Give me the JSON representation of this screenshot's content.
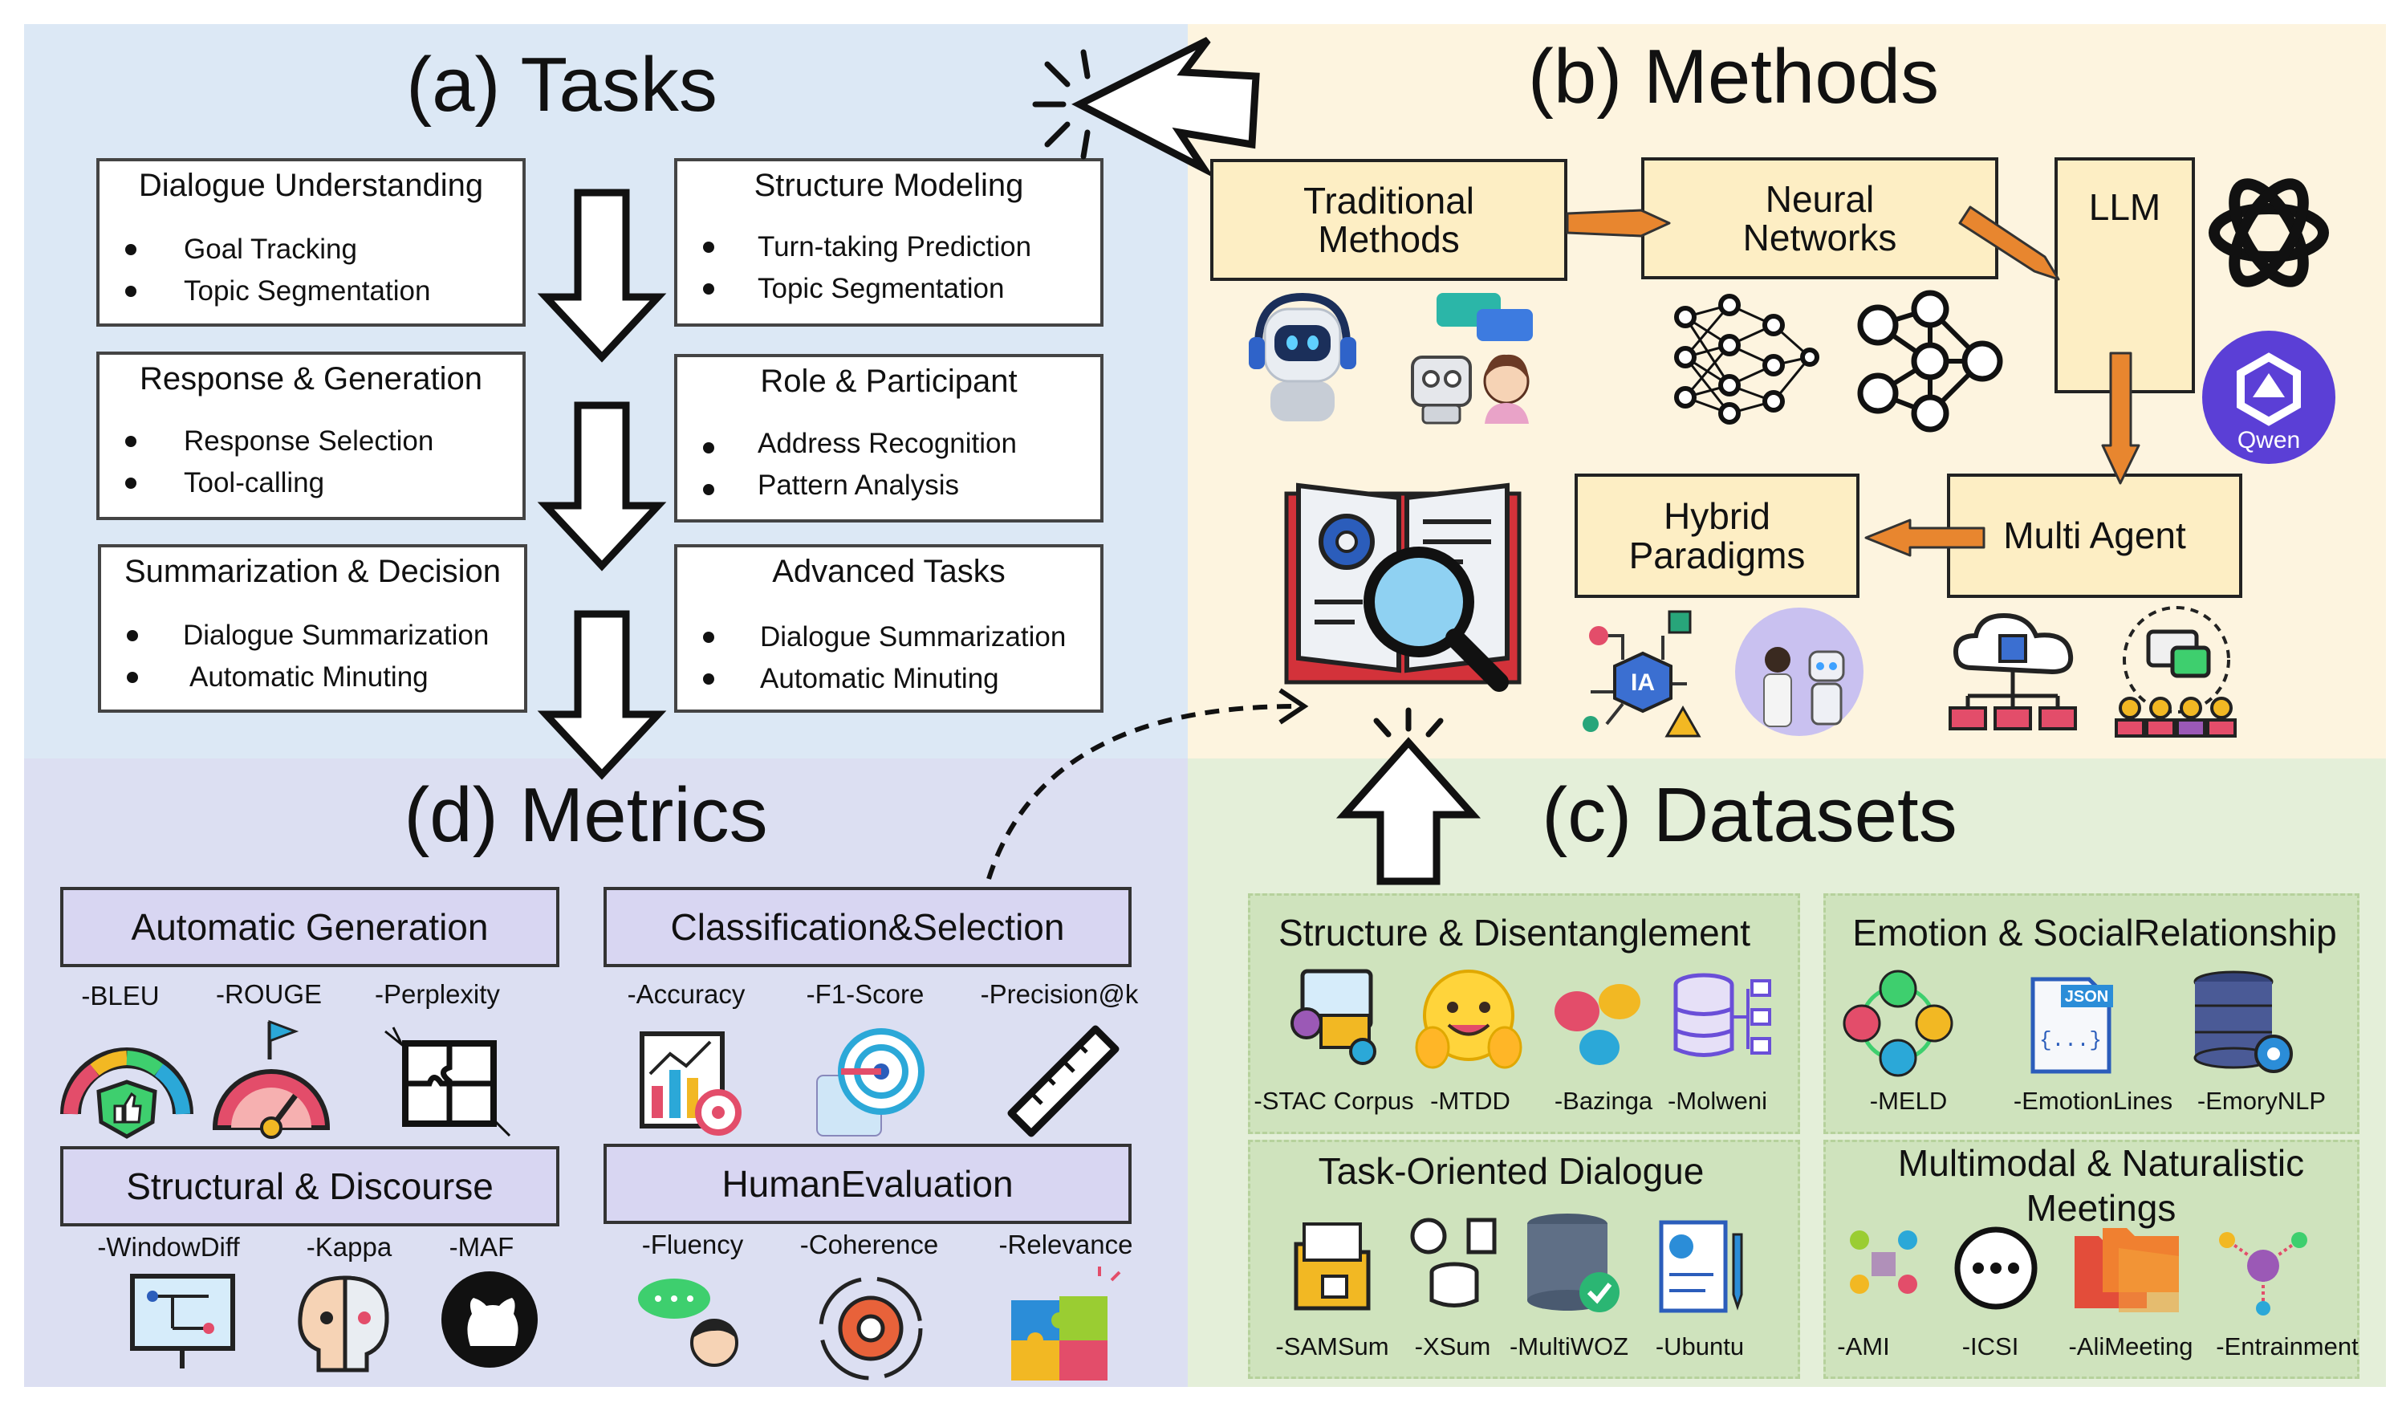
{
  "quadrants": {
    "tasks": "(a) Tasks",
    "methods": "(b) Methods",
    "datasets": "(c) Datasets",
    "metrics": "(d) Metrics"
  },
  "tasks": [
    {
      "title": "Dialogue Understanding",
      "items": [
        "Goal Tracking",
        "Topic Segmentation"
      ]
    },
    {
      "title": "Structure Modeling",
      "items": [
        "Turn-taking Prediction",
        "Topic Segmentation"
      ]
    },
    {
      "title": "Response & Generation",
      "items": [
        "Response Selection",
        "Tool-calling"
      ]
    },
    {
      "title": "Role & Participant",
      "items": [
        "Address Recognition",
        "Pattern Analysis"
      ]
    },
    {
      "title": "Summarization & Decision",
      "items": [
        "Dialogue Summarization",
        "Automatic Minuting"
      ]
    },
    {
      "title": "Advanced Tasks",
      "items": [
        "Dialogue Summarization",
        "Automatic Minuting"
      ]
    }
  ],
  "methods": {
    "traditional": "Traditional Methods",
    "neural": "Neural Networks",
    "llm": "LLM",
    "multi_agent": "Multi Agent",
    "hybrid": "Hybrid Paradigms",
    "qwen": "Qwen"
  },
  "metrics": {
    "automatic_generation": {
      "title": "Automatic Generation",
      "labels": [
        "-BLEU",
        "-ROUGE",
        "-Perplexity"
      ]
    },
    "classification": {
      "title": "Classification&Selection",
      "labels": [
        "-Accuracy",
        "-F1-Score",
        "-Precision@k"
      ]
    },
    "structural": {
      "title": "Structural & Discourse",
      "labels": [
        "-WindowDiff",
        "-Kappa",
        "-MAF"
      ]
    },
    "human": {
      "title": "HumanEvaluation",
      "labels": [
        "-Fluency",
        "-Coherence",
        "-Relevance"
      ]
    }
  },
  "datasets": {
    "structure": {
      "title": "Structure & Disentanglement",
      "labels": [
        "-STAC Corpus",
        "-MTDD",
        "-Bazinga",
        "-Molweni"
      ]
    },
    "emotion": {
      "title": "Emotion & SocialRelationship",
      "labels": [
        "-MELD",
        "-EmotionLines",
        "-EmoryNLP"
      ],
      "json_tag": "JSON",
      "json_body": "{...}"
    },
    "task_oriented": {
      "title": "Task-Oriented Dialogue",
      "labels": [
        "-SAMSum",
        "-XSum",
        "-MultiWOZ",
        "-Ubuntu"
      ]
    },
    "multimodal": {
      "title_line1": "Multimodal & Naturalistic",
      "title_line2": "Meetings",
      "labels": [
        "-AMI",
        "-ICSI",
        "-AliMeeting",
        "-Entrainment"
      ]
    }
  },
  "icon_labels": {
    "ia": "IA"
  },
  "colors": {
    "tasks_bg": "#dce8f5",
    "methods_bg": "#fdf4df",
    "metrics_bg": "#dcdff2",
    "datasets_bg": "#e4efd9",
    "method_box": "#fdeec4",
    "metric_box": "#d8d6f2",
    "dataset_panel": "#cfe3bd",
    "arrow_orange": "#e8862f",
    "qwen_purple": "#5b3fd6"
  }
}
